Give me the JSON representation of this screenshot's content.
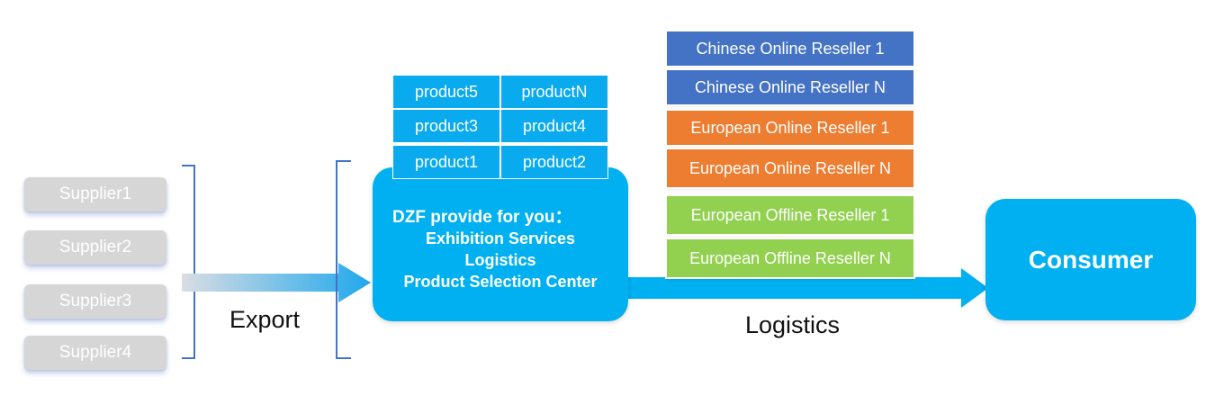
{
  "suppliers": [
    "Supplier1",
    "Supplier2",
    "Supplier3",
    "Supplier4"
  ],
  "export_label": "Export",
  "products": {
    "r1": [
      "product5",
      "productN"
    ],
    "r2": [
      "product3",
      "product4"
    ],
    "r3": [
      "product1",
      "product2"
    ]
  },
  "dzf": {
    "title": "DZF provide for you：",
    "services": [
      "Exhibition Services",
      "Logistics",
      "Product Selection Center"
    ]
  },
  "resellers": [
    "Chinese Online Reseller 1",
    "Chinese Online Reseller N",
    "European Online Reseller 1",
    "European Online Reseller N",
    "European Offline Reseller 1",
    "European Offline Reseller N"
  ],
  "logistics_label": "Logistics",
  "consumer_label": "Consumer",
  "colors": {
    "dzf_blue": "#00b0f0",
    "product_blue": "#09aaee",
    "chinese_reseller": "#4472c4",
    "european_online_reseller": "#ed7d31",
    "european_offline_reseller": "#92d050",
    "supplier_gray": "#d6d6d6"
  }
}
